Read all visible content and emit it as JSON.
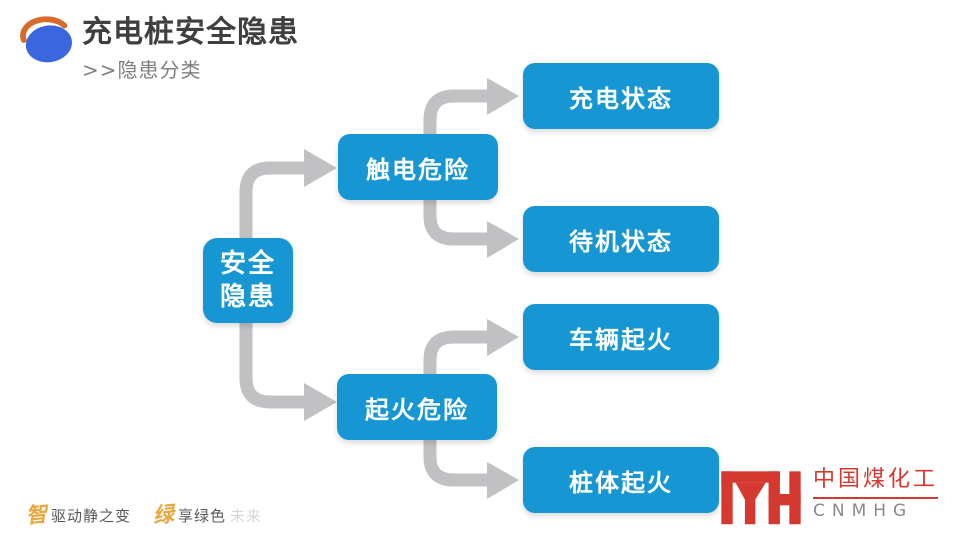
{
  "header": {
    "title": "充电桩安全隐患",
    "subtitle": ">>隐患分类"
  },
  "diagram": {
    "root": {
      "line1": "安全",
      "line2": "隐患"
    },
    "branches": [
      {
        "label": "触电危险",
        "children": [
          {
            "label": "充电状态"
          },
          {
            "label": "待机状态"
          }
        ]
      },
      {
        "label": "起火危险",
        "children": [
          {
            "label": "车辆起火"
          },
          {
            "label": "桩体起火"
          }
        ]
      }
    ]
  },
  "footer": {
    "slogans": [
      {
        "icon": "智",
        "text": "驱动静之变",
        "faded": ""
      },
      {
        "icon": "绿",
        "text": "享绿色",
        "faded": "未来"
      }
    ],
    "brand": {
      "name_cn": "中国煤化工",
      "name_en": "CNMHG"
    }
  },
  "colors": {
    "box_blue": "#1697D4",
    "connector_gray": "#C1C1C4",
    "brand_red": "#D4382E",
    "accent_orange": "#E9A83C",
    "title_gray": "#3F3F3F"
  }
}
